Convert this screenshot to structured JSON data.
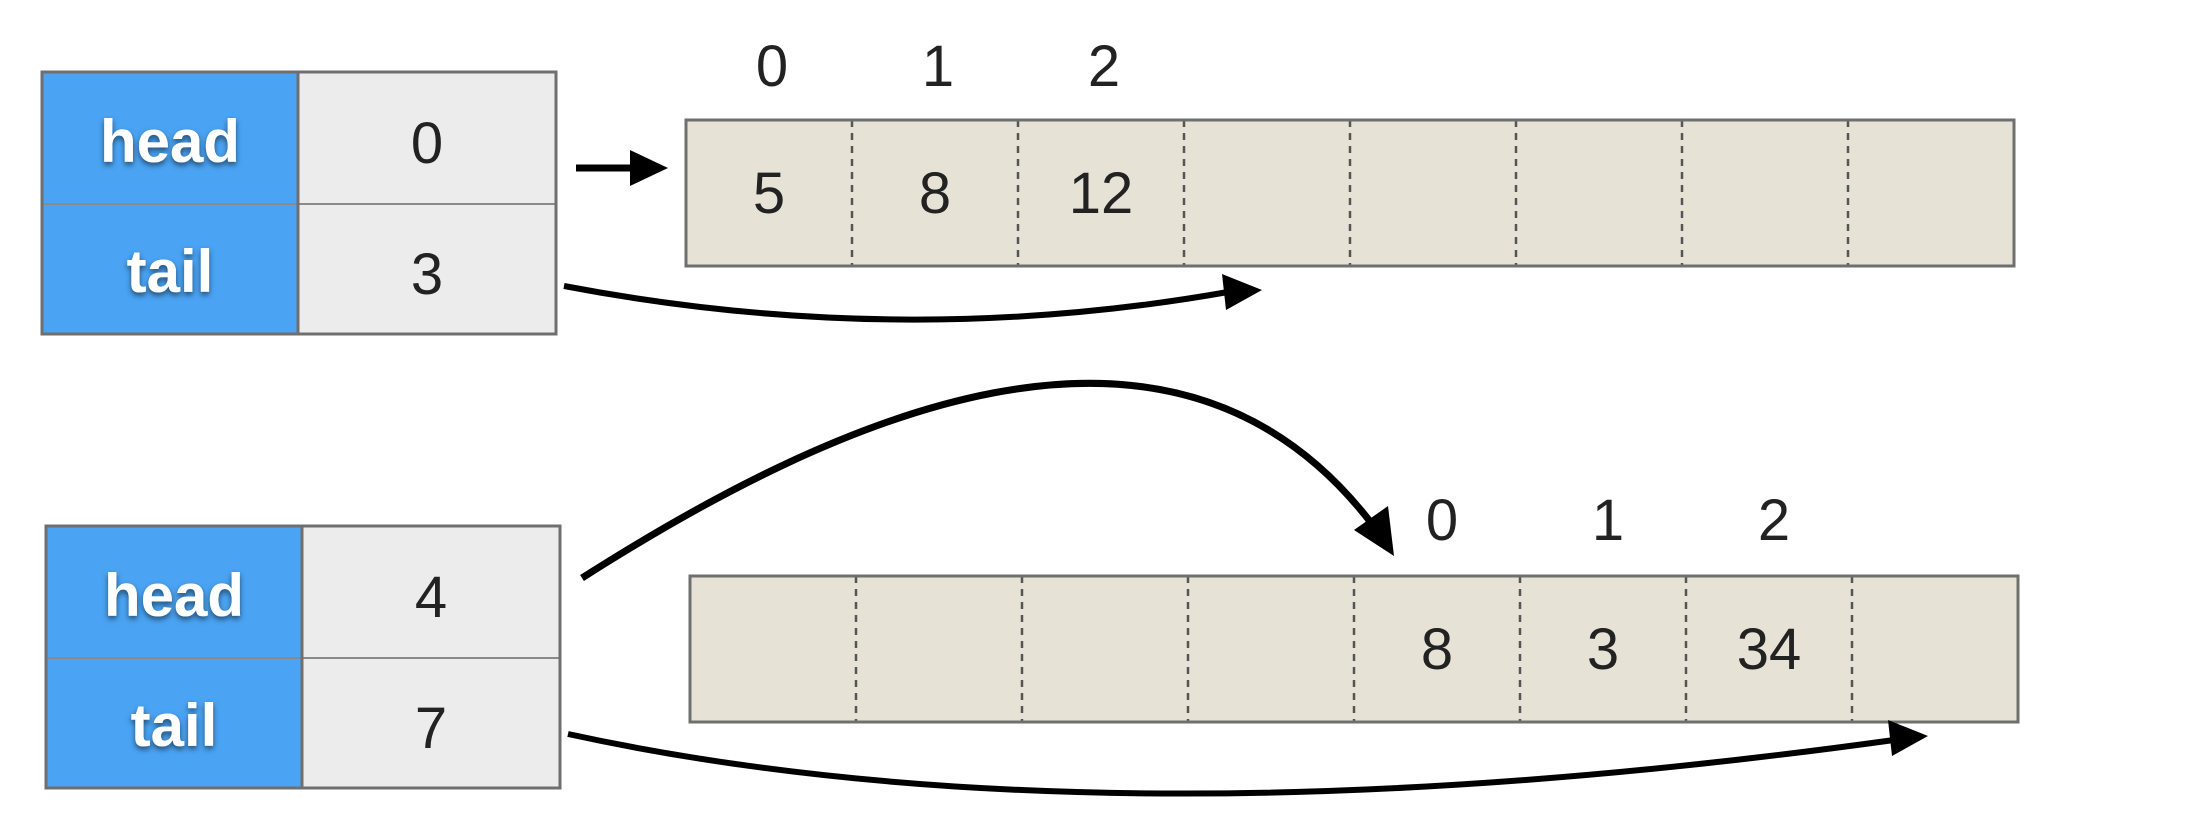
{
  "colors": {
    "key_fill": "#4aa3f3",
    "value_fill": "#ececec",
    "cell_fill": "#e6e3d6",
    "border": "#6f6f6f",
    "arrow": "#000000"
  },
  "scenarios": [
    {
      "pointers": [
        {
          "label": "head",
          "value": "0"
        },
        {
          "label": "tail",
          "value": "3"
        }
      ],
      "cells": [
        "5",
        "8",
        "12",
        "",
        "",
        "",
        "",
        ""
      ],
      "indices": [
        "0",
        "1",
        "2"
      ]
    },
    {
      "pointers": [
        {
          "label": "head",
          "value": "4"
        },
        {
          "label": "tail",
          "value": "7"
        }
      ],
      "cells": [
        "",
        "",
        "",
        "",
        "8",
        "3",
        "34",
        ""
      ],
      "indices": [
        "0",
        "1",
        "2"
      ]
    }
  ]
}
